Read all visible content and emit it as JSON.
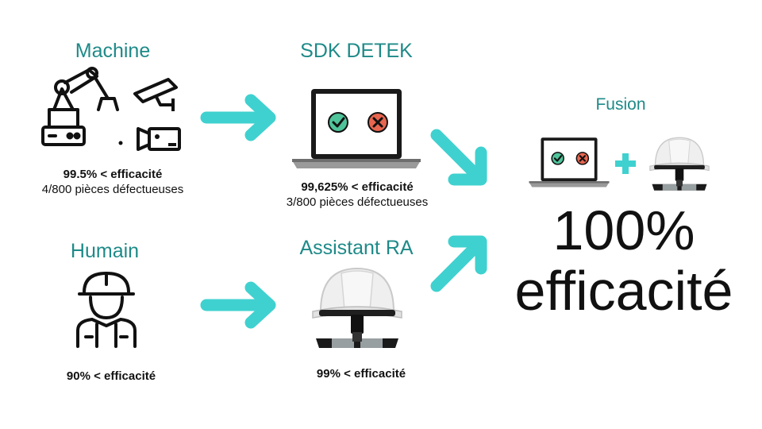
{
  "machine": {
    "title": "Machine",
    "efficiency": "99.5% < efficacité",
    "defects": "4/800 pièces défectueuses"
  },
  "sdk": {
    "title": "SDK DETEK",
    "efficiency": "99,625% < efficacité",
    "defects": "3/800 pièces défectueuses"
  },
  "human": {
    "title": "Humain",
    "efficiency": "90% < efficacité"
  },
  "assistant": {
    "title": "Assistant RA",
    "efficiency": "99% < efficacité"
  },
  "fusion": {
    "title": "Fusion",
    "result_line1": "100%",
    "result_line2": "efficacité"
  },
  "colors": {
    "teal_title": "#1e8a88",
    "arrow": "#3fd1cf",
    "plus": "#3fd1cf",
    "check": "#4fc39a",
    "cross": "#e8654f"
  },
  "icons": [
    "robot-arm-icon",
    "security-camera-icon",
    "video-camera-icon",
    "laptop-icon",
    "check-icon",
    "cross-icon",
    "worker-icon",
    "ar-helmet-icon",
    "plus-icon",
    "arrow-icon"
  ]
}
